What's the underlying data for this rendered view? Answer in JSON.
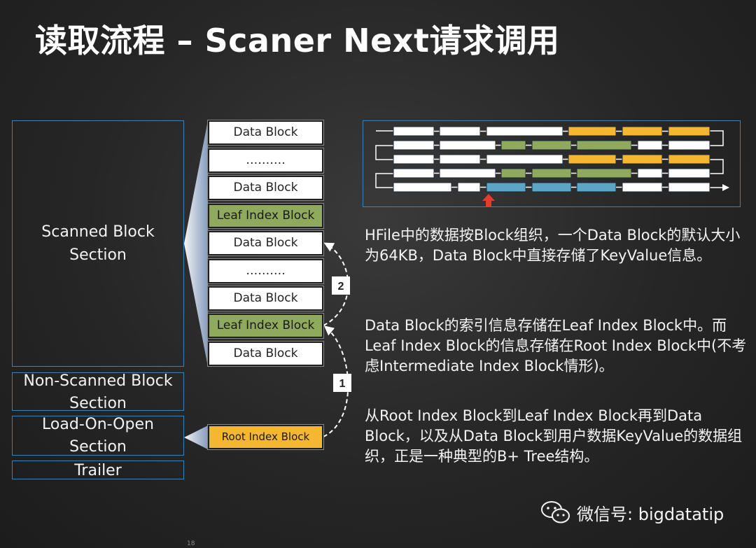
{
  "title": "读取流程 – Scaner Next请求调用",
  "sections": {
    "scanned": "Scanned Block Section",
    "non_scanned": "Non-Scanned Block Section",
    "load_on_open": "Load-On-Open Section",
    "trailer": "Trailer"
  },
  "blocks": [
    {
      "label": "Data Block",
      "type": "data"
    },
    {
      "label": "……….",
      "type": "data"
    },
    {
      "label": "Data Block",
      "type": "data"
    },
    {
      "label": "Leaf Index Block",
      "type": "leaf"
    },
    {
      "label": "Data Block",
      "type": "data"
    },
    {
      "label": "……….",
      "type": "data"
    },
    {
      "label": "Data Block",
      "type": "data"
    },
    {
      "label": "Leaf Index Block",
      "type": "leaf"
    },
    {
      "label": "Data Block",
      "type": "data"
    }
  ],
  "root_block": "Root Index Block",
  "steps": {
    "step1": "1",
    "step2": "2"
  },
  "descriptions": [
    "HFile中的数据按Block组织，一个Data Block的默认大小为64KB，Data Block中直接存储了KeyValue信息。",
    "Data Block的索引信息存储在Leaf Index Block中。而Leaf Index Block的信息存储在Root Index Block中(不考虑Intermediate Index Block情形)。",
    "从Root Index Block到Leaf Index Block再到Data Block，以及从Data Block到用户数据KeyValue的数据组织，正是一种典型的B+ Tree结构。"
  ],
  "watermark": "微信号: bigdatatip",
  "page_number": "18",
  "colors": {
    "section_border": "#3b82b5",
    "leaf": "#8faa5c",
    "root": "#f5b731",
    "mini_teal": "#5aa6c4",
    "pointer": "#e53b2c"
  }
}
